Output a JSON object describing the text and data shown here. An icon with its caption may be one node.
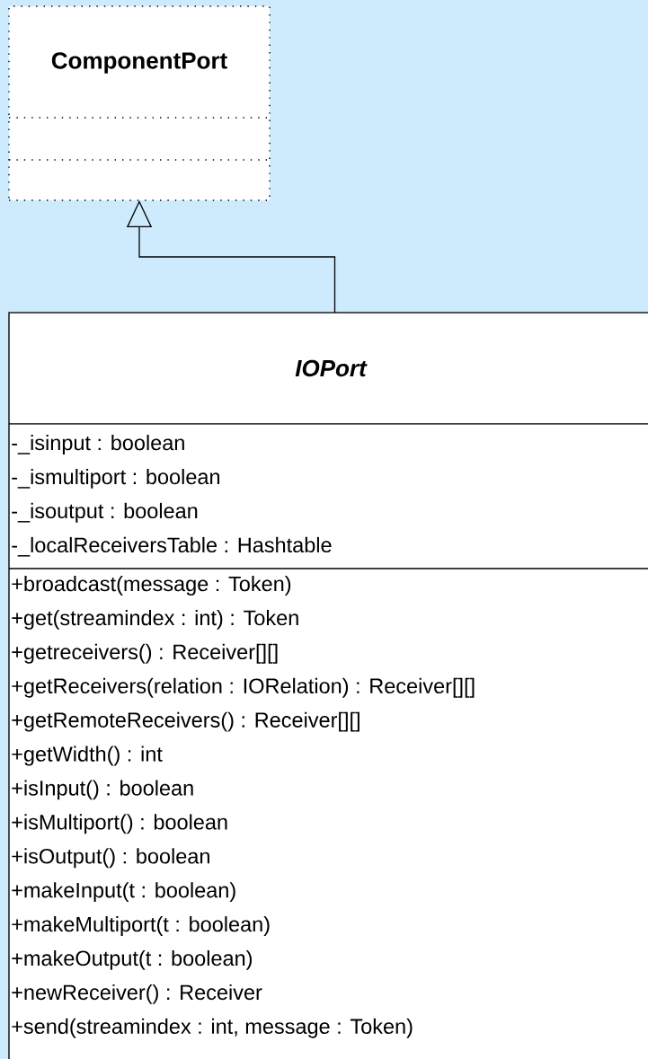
{
  "diagram": {
    "nodes": [
      {
        "text": [
          "ComponentPort"
        ]
      },
      {
        "text": [
          "IOPort",
          "-_isinput : boolean",
          "-_ismultiport : boolean",
          "-_isoutput : boolean",
          "-_localReceiversTable : Hashtable",
          "+broadcast(message : Token)",
          "+get(streamindex : int) : Token",
          "+getreceivers() : Receiver[][]",
          "+getReceivers(relation : IORelation) : Receiver[][]",
          "+getRemoteReceivers() : Receiver[][]",
          "+getWidth() : int",
          "+isInput() : boolean",
          "+isMultiport() : boolean",
          "+isOutput() : boolean",
          "+makeInput(t : boolean)",
          "+makeMultiport(t : boolean)",
          "+makeOutput(t : boolean)",
          "+newReceiver() : Receiver",
          "+send(streamindex : int, message : Token)"
        ]
      }
    ],
    "edges": [
      {
        "from": 1,
        "to": 0,
        "arrow": "to"
      }
    ]
  }
}
